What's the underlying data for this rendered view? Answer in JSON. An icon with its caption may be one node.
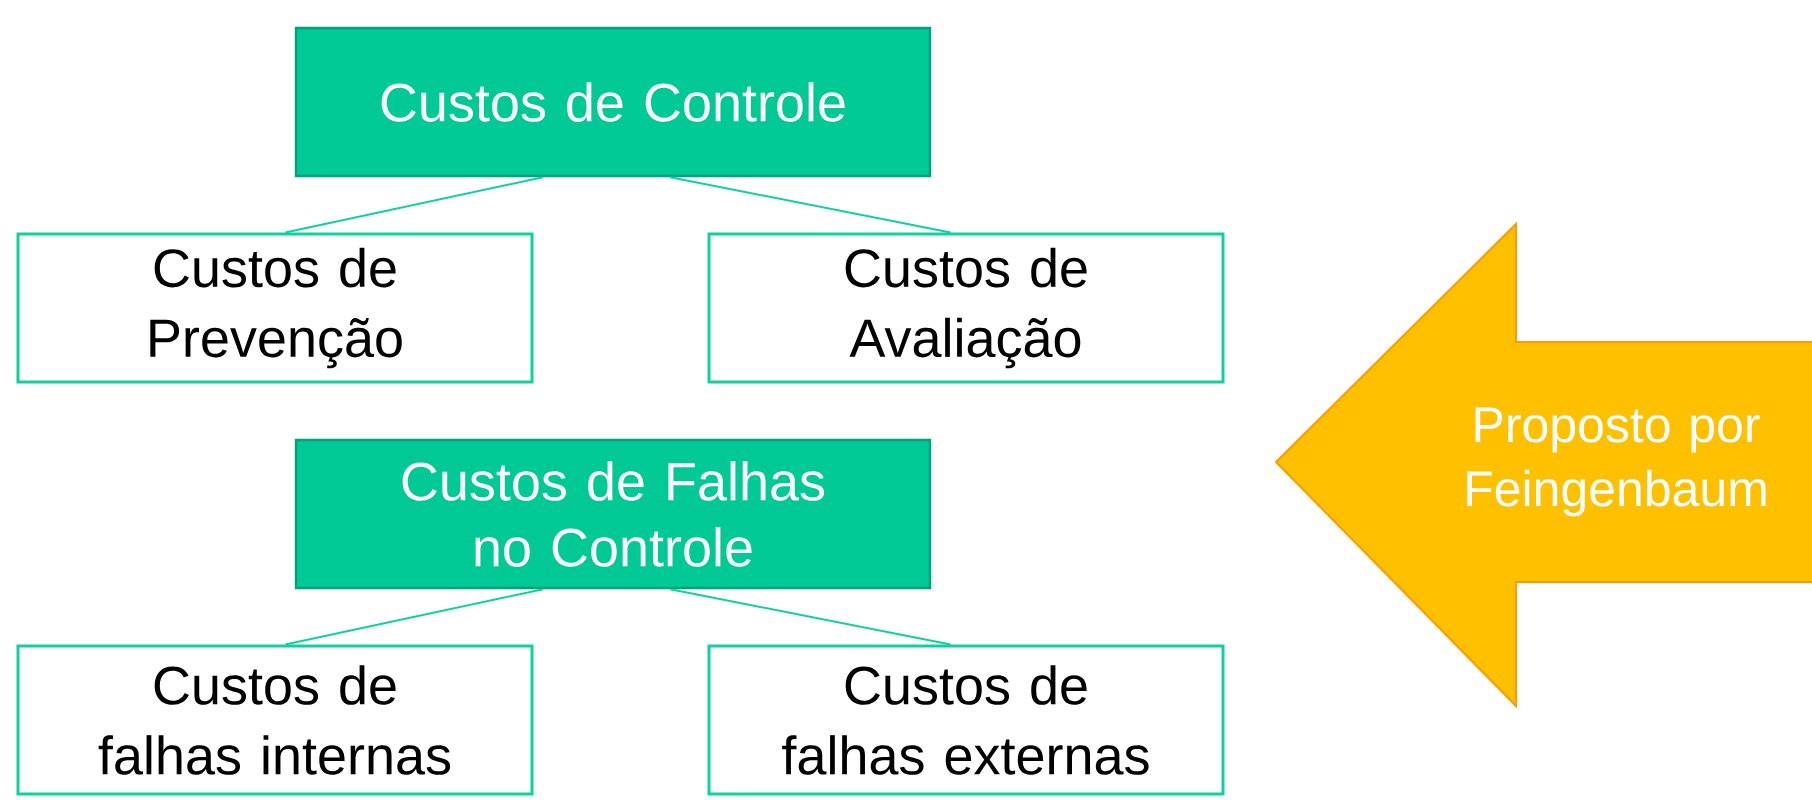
{
  "diagram": {
    "nodes": [
      {
        "text": [
          "Custos de Controle"
        ]
      },
      {
        "text": [
          "Custos de Prevenção"
        ]
      },
      {
        "text": [
          "Custos de Avaliação"
        ]
      },
      {
        "text": [
          "Custos de Falhas no Controle"
        ]
      },
      {
        "text": [
          "Custos de falhas internas"
        ]
      },
      {
        "text": [
          "Custos de falhas externas"
        ]
      },
      {
        "text": [
          "Proposto por Feingenbaum"
        ]
      }
    ],
    "edges": [
      {
        "from": 0,
        "to": 1,
        "arrow": "none"
      },
      {
        "from": 0,
        "to": 2,
        "arrow": "none"
      },
      {
        "from": 3,
        "to": 4,
        "arrow": "none"
      },
      {
        "from": 3,
        "to": 5,
        "arrow": "none"
      }
    ]
  }
}
